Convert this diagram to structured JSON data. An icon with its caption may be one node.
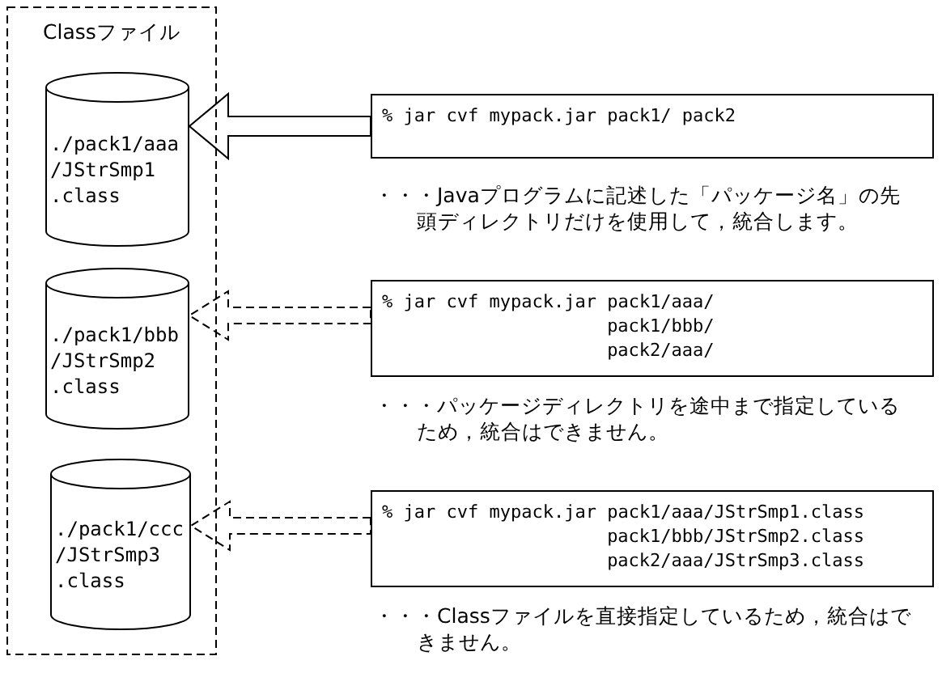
{
  "diagram": {
    "nodes": [
      {
        "text": [
          "Classファイル"
        ]
      },
      {
        "text": [
          "./pack1/aaa /JStrSmp1 .class"
        ],
        "in": 0
      },
      {
        "text": [
          "./pack1/bbb /JStrSmp2 .class"
        ],
        "in": 0
      },
      {
        "text": [
          "./pack1/ccc /JStrSmp3 .class"
        ],
        "in": 0
      },
      {
        "text": [
          "% jar cvf mypack.jar pack1/ pack2"
        ],
        "beside": [
          "・・・Javaプログラムに記述した「パッケージ名」の先頭ディレクトリだけを使用して，統合します。"
        ]
      },
      {
        "text": [
          "% jar cvf mypack.jar pack1/aaa/ pack1/bbb/ pack2/aaa/"
        ],
        "beside": [
          "・・・パッケージディレクトリを途中まで指定しているため，統合はできません。"
        ]
      },
      {
        "text": [
          "% jar cvf mypack.jar pack1/aaa/JStrSmp1.class pack1/bbb/JStrSmp2.class pack2/aaa/JStrSmp3.class"
        ],
        "beside": [
          "・・・Classファイルを直接指定しているため，統合はできません。"
        ]
      }
    ],
    "edges": [
      {
        "from": 4,
        "to": 1,
        "arrow": "to"
      },
      {
        "from": 5,
        "to": 2,
        "arrow": "to",
        "style": "dashed"
      },
      {
        "from": 6,
        "to": 3,
        "arrow": "to",
        "style": "dashed"
      }
    ]
  }
}
